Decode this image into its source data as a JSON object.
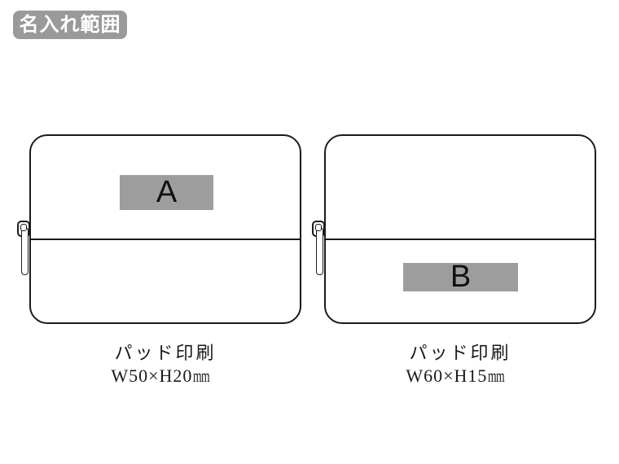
{
  "badge": {
    "label": "名入れ範囲"
  },
  "colors": {
    "badge_bg": "#9a9a9a",
    "print_area_bg": "#9d9d9d",
    "outline": "#1b1b1b",
    "text": "#1a1a1a"
  },
  "cases": [
    {
      "side": "front",
      "print_area_label": "A",
      "print_method": "パッド印刷",
      "print_size": "W50×H20",
      "print_size_unit": "mm"
    },
    {
      "side": "back",
      "print_area_label": "B",
      "print_method": "パッド印刷",
      "print_size": "W60×H15",
      "print_size_unit": "mm"
    }
  ]
}
